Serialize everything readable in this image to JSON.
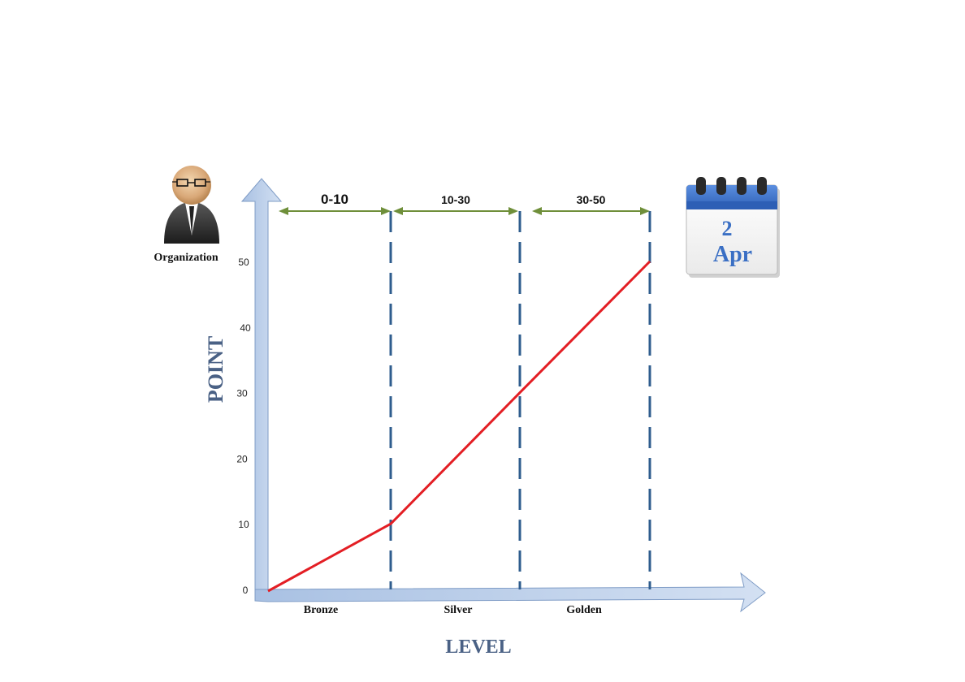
{
  "organization": {
    "label": "Organization",
    "icon": "person-with-glasses-icon"
  },
  "calendar": {
    "icon": "calendar-icon",
    "day": "2",
    "month": "Apr",
    "color": "#3a6fc4"
  },
  "axes": {
    "y_title": "POINT",
    "x_title": "LEVEL",
    "title_color": "#4a6185",
    "arrow_color": "#b9cce6"
  },
  "ranges": [
    {
      "label": "0-10"
    },
    {
      "label": "10-30"
    },
    {
      "label": "30-50"
    }
  ],
  "range_arrow_color": "#6f8f3a",
  "divider_color": "#2f5d8e",
  "chart_data": {
    "type": "line",
    "categories": [
      "Bronze",
      "Silver",
      "Golden"
    ],
    "y_ticks": [
      0,
      10,
      20,
      30,
      40,
      50
    ],
    "ylim": [
      0,
      50
    ],
    "series": [
      {
        "values": [
          0,
          10,
          30,
          50
        ],
        "color": "#e31e24"
      }
    ]
  }
}
